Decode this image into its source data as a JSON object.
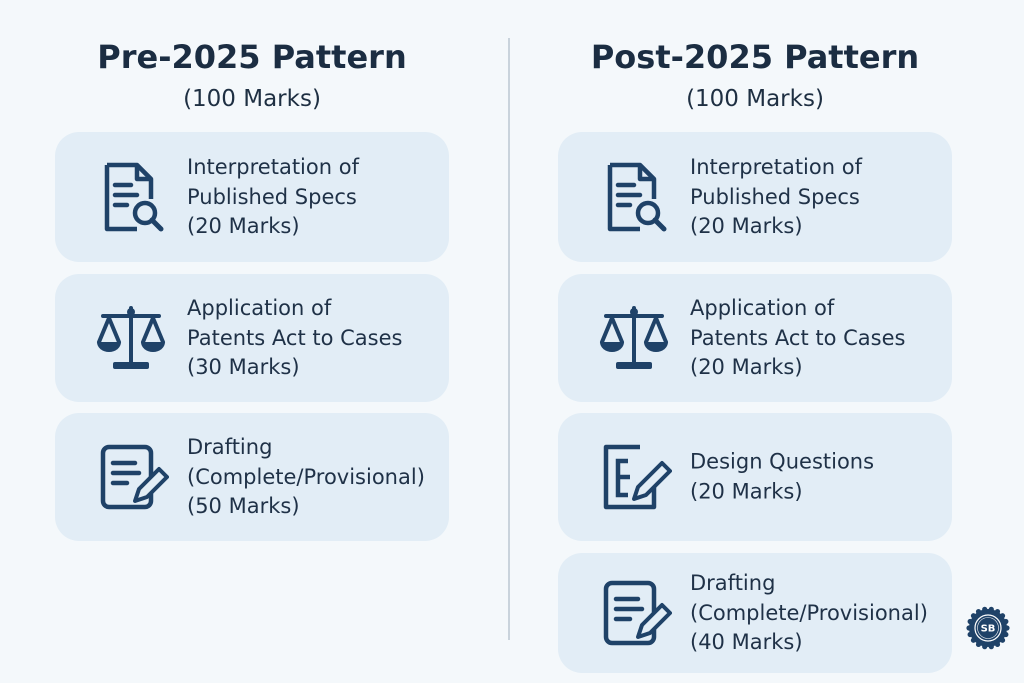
{
  "columns": [
    {
      "title": "Pre-2025 Pattern",
      "subtitle": "(100 Marks)",
      "cards": [
        {
          "icon": "document-search-icon",
          "lines": [
            "Interpretation of",
            "Published Specs",
            "(20 Marks)"
          ]
        },
        {
          "icon": "scales-icon",
          "lines": [
            "Application of",
            "Patents Act to Cases",
            "(30 Marks)"
          ]
        },
        {
          "icon": "document-pencil-icon",
          "lines": [
            "Drafting",
            "(Complete/Provisional)",
            "(50 Marks)"
          ]
        }
      ]
    },
    {
      "title": "Post-2025 Pattern",
      "subtitle": "(100 Marks)",
      "cards": [
        {
          "icon": "document-search-icon",
          "lines": [
            "Interpretation of",
            "Published Specs",
            "(20 Marks)"
          ]
        },
        {
          "icon": "scales-icon",
          "lines": [
            "Application of",
            "Patents Act to Cases",
            "(20 Marks)"
          ]
        },
        {
          "icon": "design-edit-icon",
          "lines": [
            "Design Questions",
            "(20 Marks)"
          ]
        },
        {
          "icon": "document-pencil-icon",
          "lines": [
            "Drafting",
            "(Complete/Provisional)",
            "(40 Marks)"
          ]
        }
      ]
    }
  ],
  "colors": {
    "background": "#f4f8fb",
    "card": "#e2edf6",
    "icon": "#1f4268",
    "text": "#1e2f42"
  },
  "seal_text": "SB"
}
